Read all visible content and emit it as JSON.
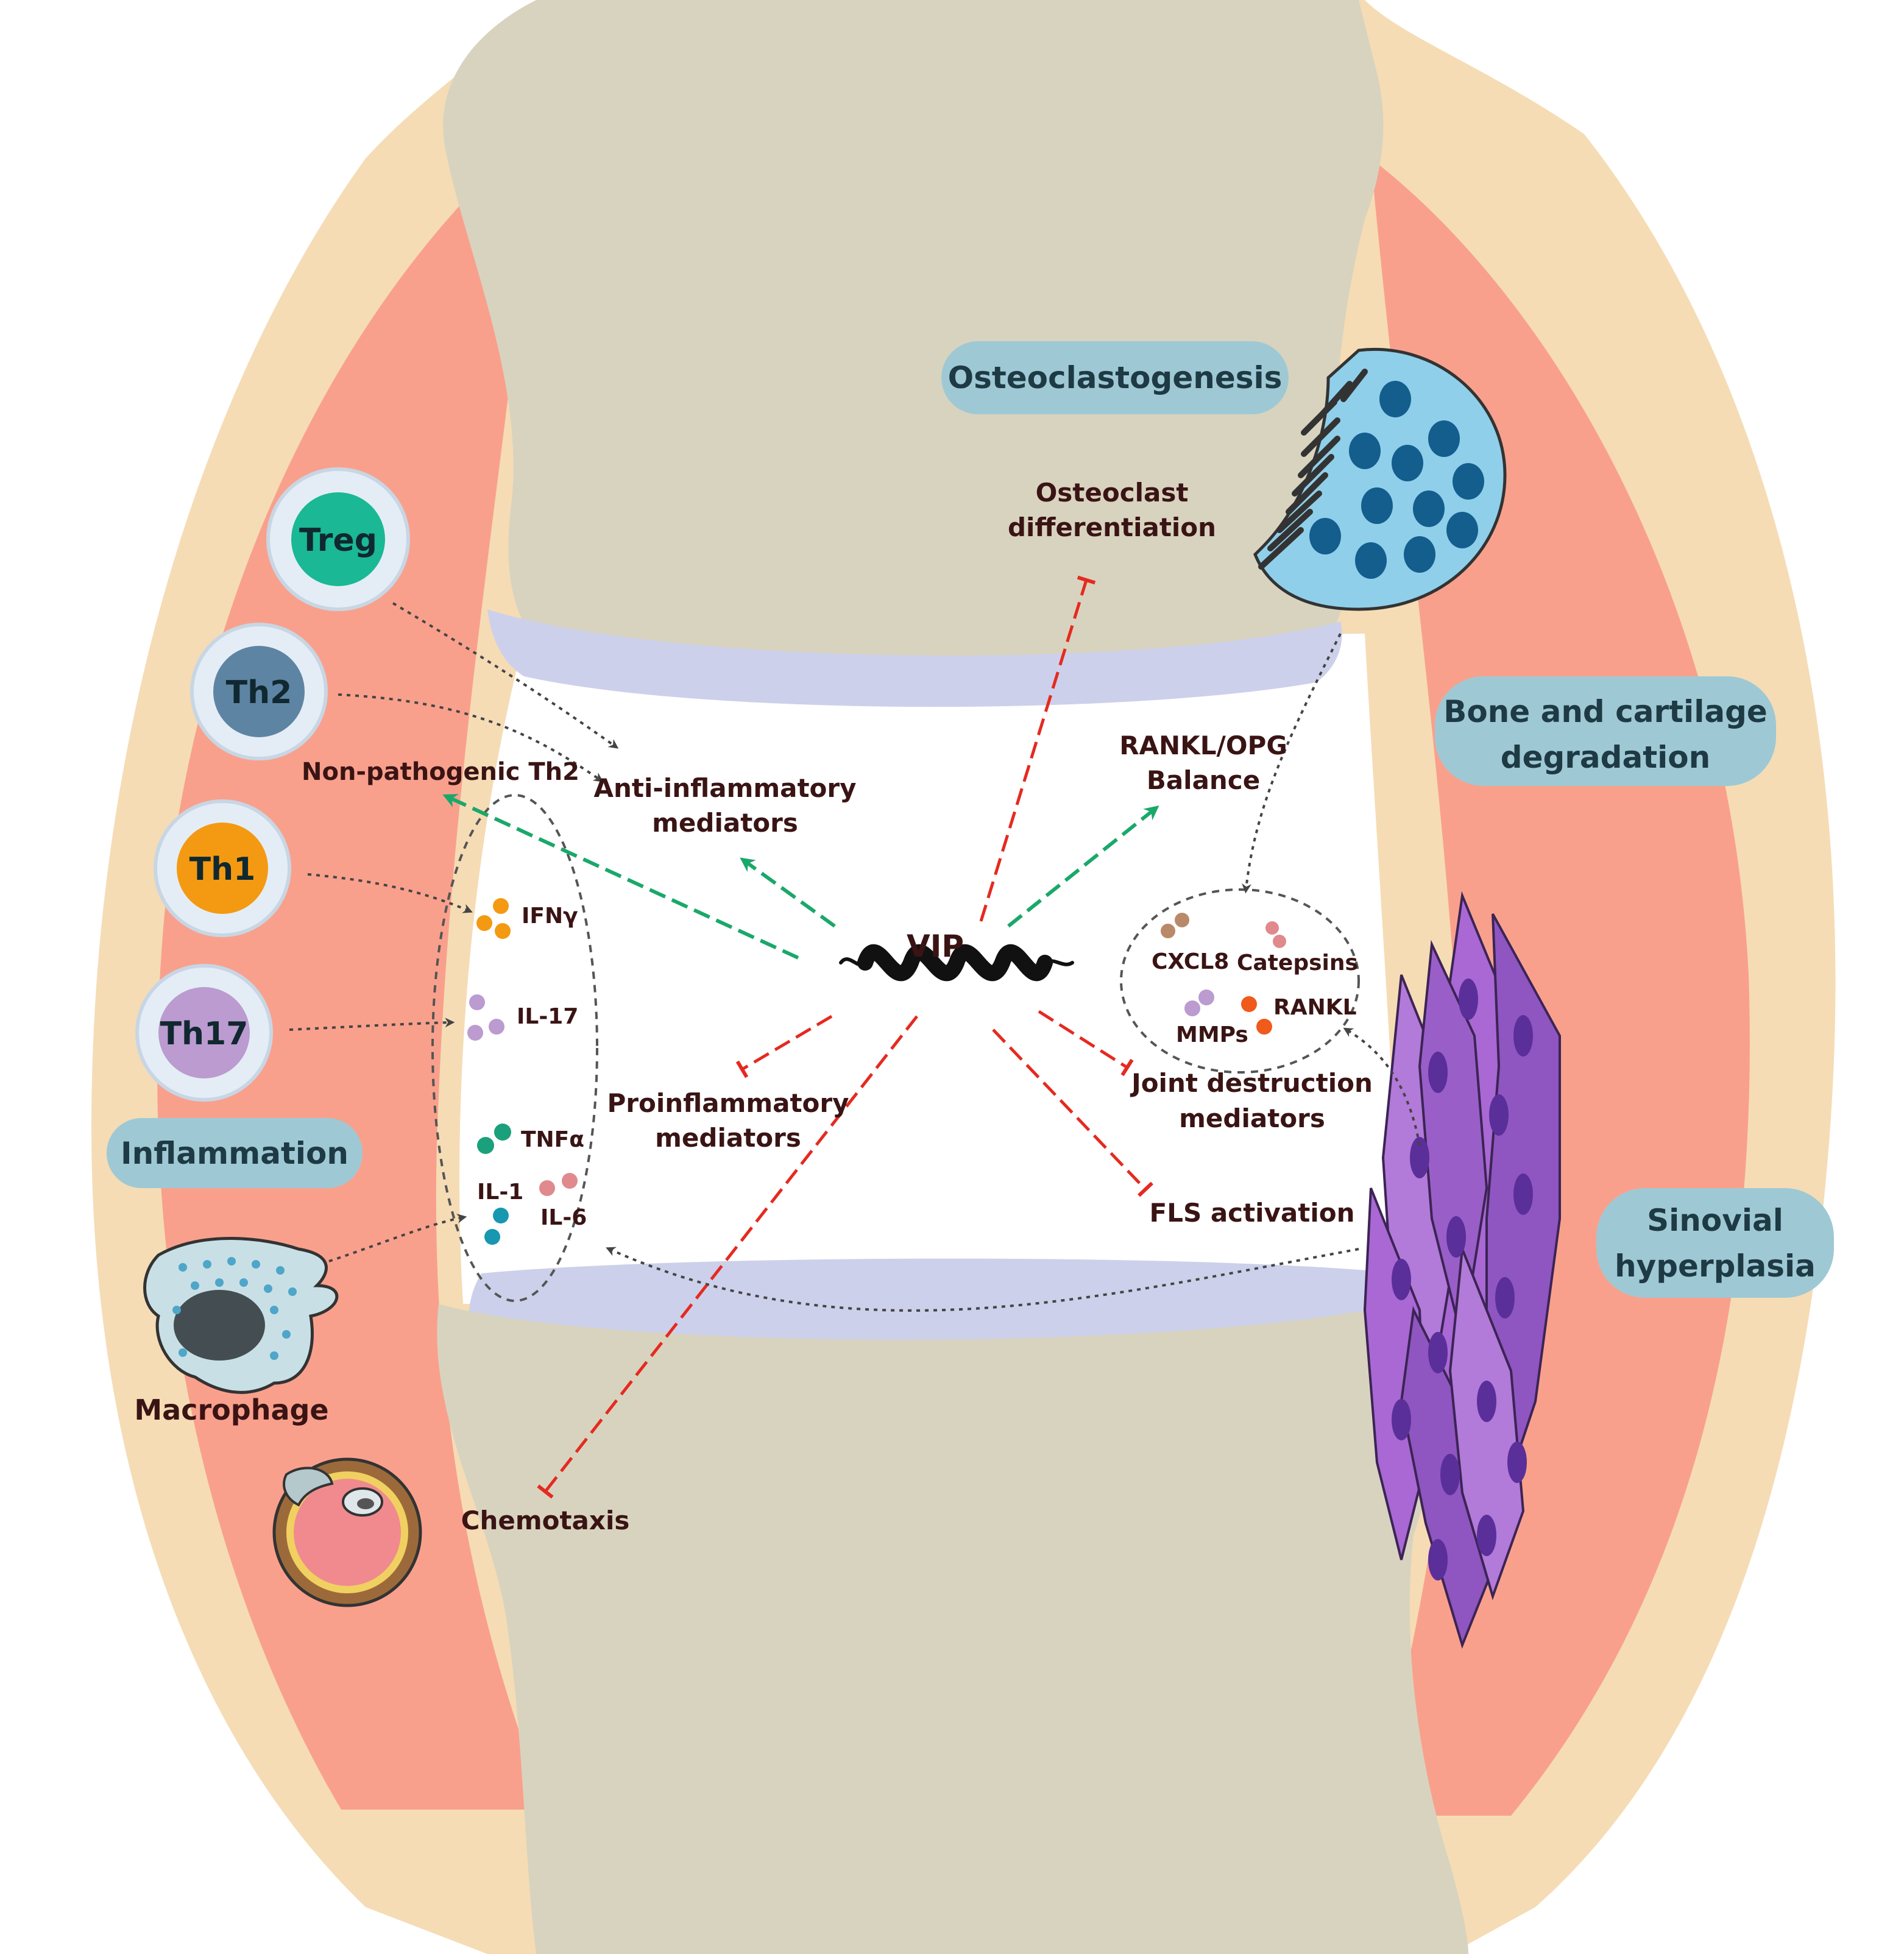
{
  "title": "",
  "center": {
    "label": "VIP"
  },
  "section_labels": {
    "osteoclastogenesis": "Osteoclastogenesis",
    "bone_cartilage_line1": "Bone and cartilage",
    "bone_cartilage_line2": "degradation",
    "inflammation": "Inflammation",
    "sinovial_line1": "Sinovial",
    "sinovial_line2": "hyperplasia"
  },
  "cells": {
    "treg": "Treg",
    "th2": "Th2",
    "th1": "Th1",
    "th17": "Th17",
    "macrophage": "Macrophage"
  },
  "effect_labels": {
    "non_pathogenic_th2": "Non-pathogenic Th2",
    "anti_inflammatory_line1": "Anti-inflammatory",
    "anti_inflammatory_line2": "mediators",
    "proinflammatory_line1": "Proinflammatory",
    "proinflammatory_line2": "mediators",
    "osteoclast_line1": "Osteoclast",
    "osteoclast_line2": "differentiation",
    "rankl_opg_line1": "RANKL/OPG",
    "rankl_opg_line2": "Balance",
    "joint_destruction_line1": "Joint destruction",
    "joint_destruction_line2": "mediators",
    "fls_activation": "FLS activation",
    "chemotaxis": "Chemotaxis"
  },
  "cytokines": {
    "ifng": "IFNγ",
    "il17": "IL-17",
    "tnfa": "TNFα",
    "il1": "IL-1",
    "il6": "IL-6"
  },
  "joint_mediators": {
    "cxcl8": "CXCL8",
    "catepsins": "Catepsins",
    "mmps": "MMPs",
    "rankl": "RANKL"
  },
  "colors": {
    "capsule": "#f5dcb5",
    "synovium": "#f9a08c",
    "bone": "#d8d3bf",
    "cartilage": "#cdd0ea",
    "pill": "#9ec9d4",
    "activation_arrow": "#1aa86a",
    "inhibition_arrow": "#e52a20",
    "treg": "#1ab894",
    "th2": "#5e84a4",
    "th1": "#f39a12",
    "th17": "#bb9bd0",
    "osteoclast": "#8fcfea",
    "osteoclast_nuclei": "#145e8e",
    "fibroblast": "#9b5bc8"
  },
  "icons": [
    "helix-icon",
    "osteoclast-icon",
    "macrophage-icon",
    "fibroblast-icon",
    "blood-vessel-icon"
  ]
}
